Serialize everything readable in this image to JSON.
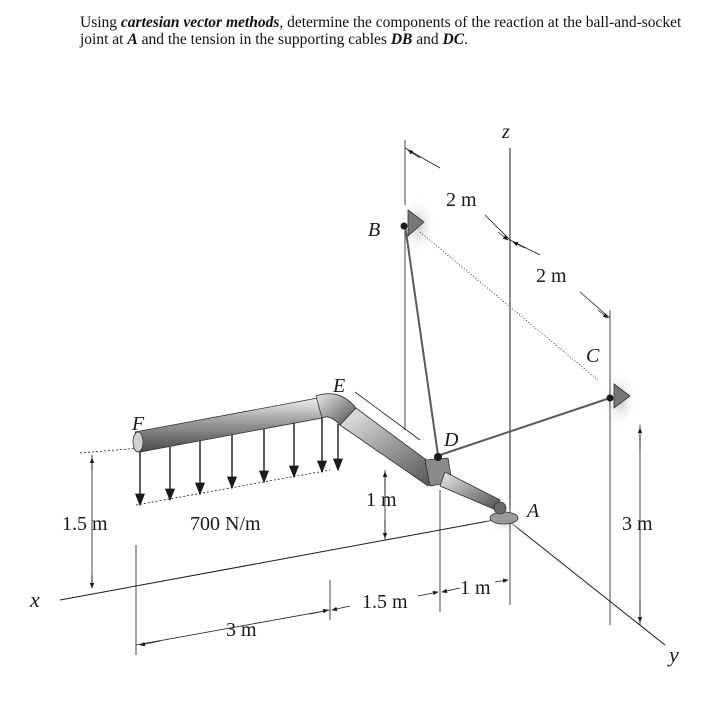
{
  "problem": {
    "t1": "Using ",
    "e1": "cartesian vector methods",
    "t2": ", determine the components of the reaction at the ball-and-socket joint at ",
    "e2": "A",
    "t3": " and the tension in the supporting cables ",
    "e3": "DB",
    "t4": " and ",
    "e4": "DC",
    "t5": "."
  },
  "points": {
    "A": "A",
    "B": "B",
    "C": "C",
    "D": "D",
    "E": "E",
    "F": "F"
  },
  "axes": {
    "x": "x",
    "y": "y",
    "z": "z"
  },
  "dims": {
    "d_2m_top": "2 m",
    "d_2m_right": "2 m",
    "d_1_5m_left": "1.5 m",
    "d_load": "700 N/m",
    "d_1m": "1 m",
    "d_3m_bottom": "3 m",
    "d_1_5m_bottom": "1.5 m",
    "d_1m_bottom": "1 m",
    "d_3m_right": "3 m"
  },
  "colors": {
    "ink": "#1a1a1a",
    "pipe": "#8a8a8a",
    "pipe_light": "#d4d4d4",
    "wall": "#bdbdbd"
  }
}
